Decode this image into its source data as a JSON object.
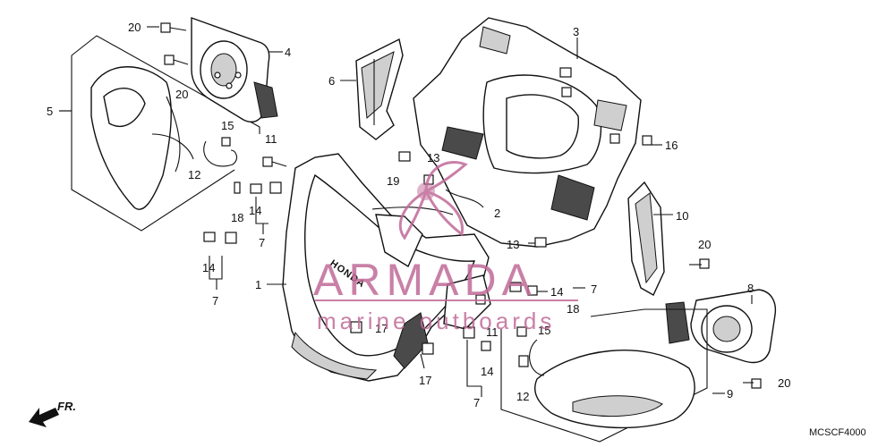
{
  "diagram": {
    "callouts": [
      {
        "id": "c20a",
        "text": "20"
      },
      {
        "id": "c4",
        "text": "4"
      },
      {
        "id": "c20b",
        "text": "20"
      },
      {
        "id": "c5",
        "text": "5"
      },
      {
        "id": "c15a",
        "text": "15"
      },
      {
        "id": "c12a",
        "text": "12"
      },
      {
        "id": "c11a",
        "text": "11"
      },
      {
        "id": "c18a",
        "text": "18"
      },
      {
        "id": "c14a",
        "text": "14"
      },
      {
        "id": "c7a",
        "text": "7"
      },
      {
        "id": "c14b",
        "text": "14"
      },
      {
        "id": "c7b",
        "text": "7"
      },
      {
        "id": "c6",
        "text": "6"
      },
      {
        "id": "c3",
        "text": "3"
      },
      {
        "id": "c13a",
        "text": "13"
      },
      {
        "id": "c19",
        "text": "19"
      },
      {
        "id": "c2",
        "text": "2"
      },
      {
        "id": "c16",
        "text": "16"
      },
      {
        "id": "c10",
        "text": "10"
      },
      {
        "id": "c13b",
        "text": "13"
      },
      {
        "id": "c1",
        "text": "1"
      },
      {
        "id": "c14c",
        "text": "14"
      },
      {
        "id": "c7c",
        "text": "7"
      },
      {
        "id": "c18b",
        "text": "18"
      },
      {
        "id": "c11b",
        "text": "11"
      },
      {
        "id": "c17a",
        "text": "17"
      },
      {
        "id": "c15b",
        "text": "15"
      },
      {
        "id": "c14d",
        "text": "14"
      },
      {
        "id": "c17b",
        "text": "17"
      },
      {
        "id": "c7d",
        "text": "7"
      },
      {
        "id": "c12b",
        "text": "12"
      },
      {
        "id": "c20c",
        "text": "20"
      },
      {
        "id": "c8",
        "text": "8"
      },
      {
        "id": "c20d",
        "text": "20"
      },
      {
        "id": "c9",
        "text": "9"
      }
    ],
    "part_lettering": "HONDA",
    "direction_label": "FR.",
    "diagram_code": "MCSCF4000"
  },
  "watermark": {
    "brand": "ARMADA",
    "tagline": "marine outboards",
    "color": "#c06a98"
  }
}
